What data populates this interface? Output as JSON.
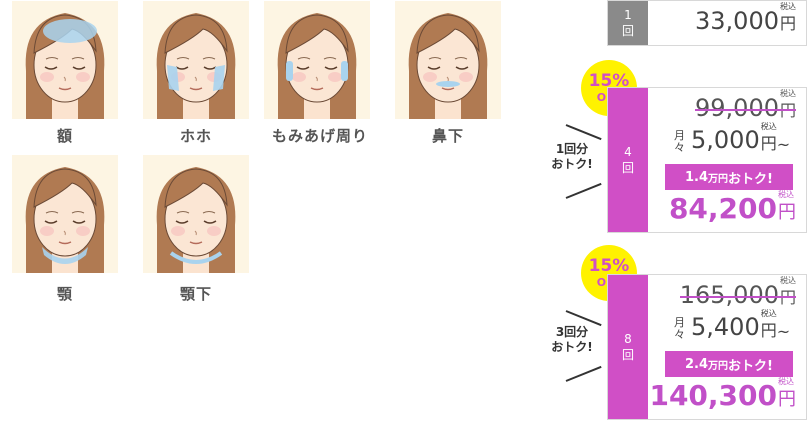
{
  "faces": [
    {
      "label": "額",
      "zone": "forehead"
    },
    {
      "label": "ホホ",
      "zone": "cheeks"
    },
    {
      "label": "もみあげ周り",
      "zone": "sideburns"
    },
    {
      "label": "鼻下",
      "zone": "under-nose"
    },
    {
      "label": "顎",
      "zone": "chin"
    },
    {
      "label": "顎下",
      "zone": "under-chin"
    }
  ],
  "plans": [
    {
      "count_num": "1",
      "count_unit": "回",
      "price": "33,000",
      "yen": "円",
      "tax": "税込"
    },
    {
      "count_num": "4",
      "count_unit": "回",
      "badge_pct": "15%",
      "badge_off": "OFF",
      "original": "99,000",
      "monthly_label_1": "月",
      "monthly_label_2": "々",
      "monthly": "5,000",
      "tilde": "~",
      "saving_num": "1.4",
      "saving_unit": "万円",
      "saving_text": "おトク!",
      "final": "84,200",
      "yen": "円",
      "tax": "税込",
      "note_line1": "1回分",
      "note_line2": "おトク!"
    },
    {
      "count_num": "8",
      "count_unit": "回",
      "badge_pct": "15%",
      "badge_off": "OFF",
      "original": "165,000",
      "monthly_label_1": "月",
      "monthly_label_2": "々",
      "monthly": "5,400",
      "tilde": "~",
      "saving_num": "2.4",
      "saving_unit": "万円",
      "saving_text": "おトク!",
      "final": "140,300",
      "yen": "円",
      "tax": "税込",
      "note_line1": "3回分",
      "note_line2": "おトク!"
    }
  ],
  "colors": {
    "accent": "#d04fc6",
    "gray": "#8a8a8a",
    "badge": "#fff200",
    "zone": "#a9d3ee"
  }
}
